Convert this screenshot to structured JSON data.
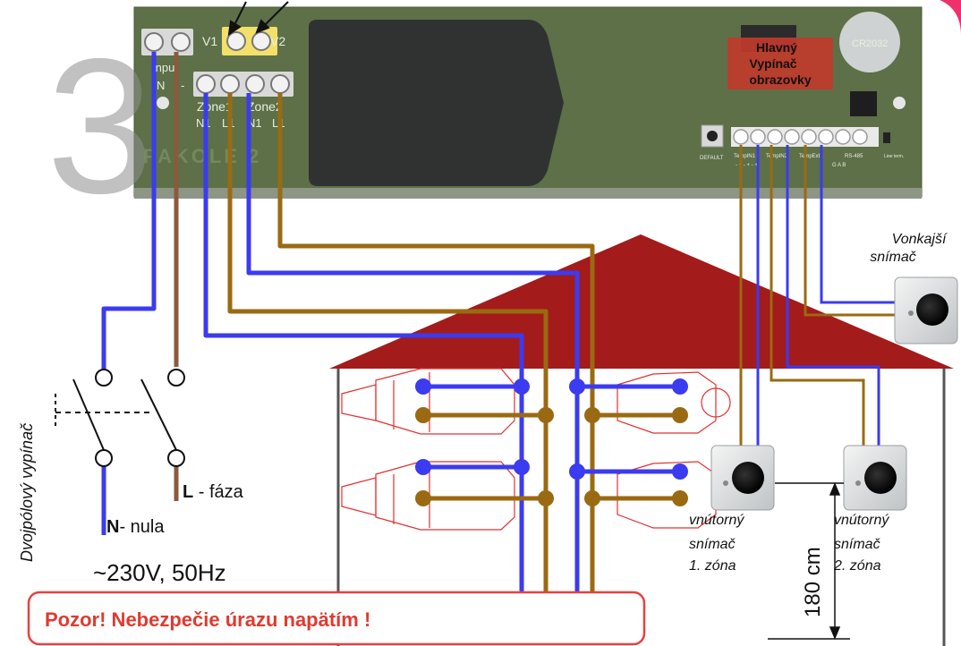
{
  "step_number": "3",
  "board": {
    "terminal_v1": "V1",
    "terminal_v2": "V2",
    "input_label": "Input",
    "input_n": "N",
    "input_dash": "-",
    "zone1": "Zone1",
    "zone2": "Zone2",
    "zone1_n1": "N1",
    "zone1_l1": "L1",
    "zone2_n1": "N1",
    "zone2_l1": "L1",
    "brand_watermark": "PAKOLE 2",
    "battery": "CR2032",
    "default_label": "DEFAULT",
    "temp_in1": "TempIN1",
    "temp_in2": "TempIN2",
    "temp_ext": "TempExt",
    "rs485": "RS-485",
    "rs485_pins": "G  A  B",
    "line_term": "Line term.",
    "pins": "-  +  -  +  -  +"
  },
  "main_switch_label": {
    "line1": "Hlavný",
    "line2": "Vypínač",
    "line3": "obrazovky"
  },
  "external_sensor": {
    "line1": "Vonkajší",
    "line2": "snímač"
  },
  "inner_sensor_1": {
    "line1": "vnútorný",
    "line2": "snímač",
    "line3": "1. zóna"
  },
  "inner_sensor_2": {
    "line1": "vnútorný",
    "line2": "snímač",
    "line3": "2. zóna"
  },
  "height_label": "180 cm",
  "switch_label": "Dvojpólový vypínač",
  "phase": {
    "letter": "L",
    "text": " - fáza"
  },
  "neutral": {
    "letter": "N",
    "text": "- nula"
  },
  "voltage": "~230V, 50Hz",
  "warning": "Pozor! Nebezpečie úrazu napätím !",
  "colors": {
    "neutral_wire": "#3b3bf0",
    "phase_wire": "#9a6a12",
    "supply_phase_wire": "#8b5a3c",
    "roof": "#a31b1b",
    "board": "#5d7048",
    "warning_border": "#e8413e",
    "warning_text": "#e03a2f",
    "main_switch_bg": "#c0392b",
    "heater_outline": "#e23030"
  }
}
